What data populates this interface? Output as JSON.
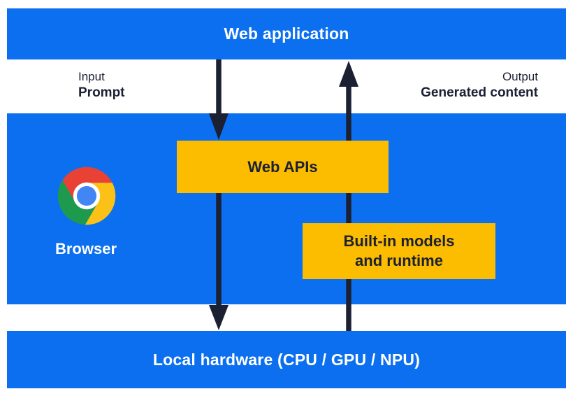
{
  "colors": {
    "blue": "#0B6FF0",
    "yellow": "#FCBD00",
    "dark": "#1B2033",
    "white_text": "#FFFFFF",
    "chrome_red": "#E94235",
    "chrome_yellow": "#FBC116",
    "chrome_green": "#1E9A4E",
    "chrome_blue": "#4285F4"
  },
  "layers": {
    "web_application": {
      "label": "Web application"
    },
    "browser": {
      "label": "Browser"
    },
    "local_hardware": {
      "label": "Local hardware (CPU / GPU / NPU)"
    }
  },
  "annotations": {
    "input": {
      "title": "Input",
      "subtitle": "Prompt"
    },
    "output": {
      "title": "Output",
      "subtitle": "Generated content"
    }
  },
  "boxes": {
    "web_apis": {
      "label": "Web APIs"
    },
    "builtin_models": {
      "label_line1": "Built-in models",
      "label_line2": "and runtime"
    }
  },
  "icons": {
    "browser": "chrome-logo"
  },
  "flows": {
    "input_flow": {
      "direction": "down",
      "from": "Web application",
      "via": "Web APIs",
      "to": "Local hardware"
    },
    "output_flow": {
      "direction": "up",
      "from": "Local hardware",
      "via": "Built-in models and runtime",
      "to": "Web application"
    }
  }
}
